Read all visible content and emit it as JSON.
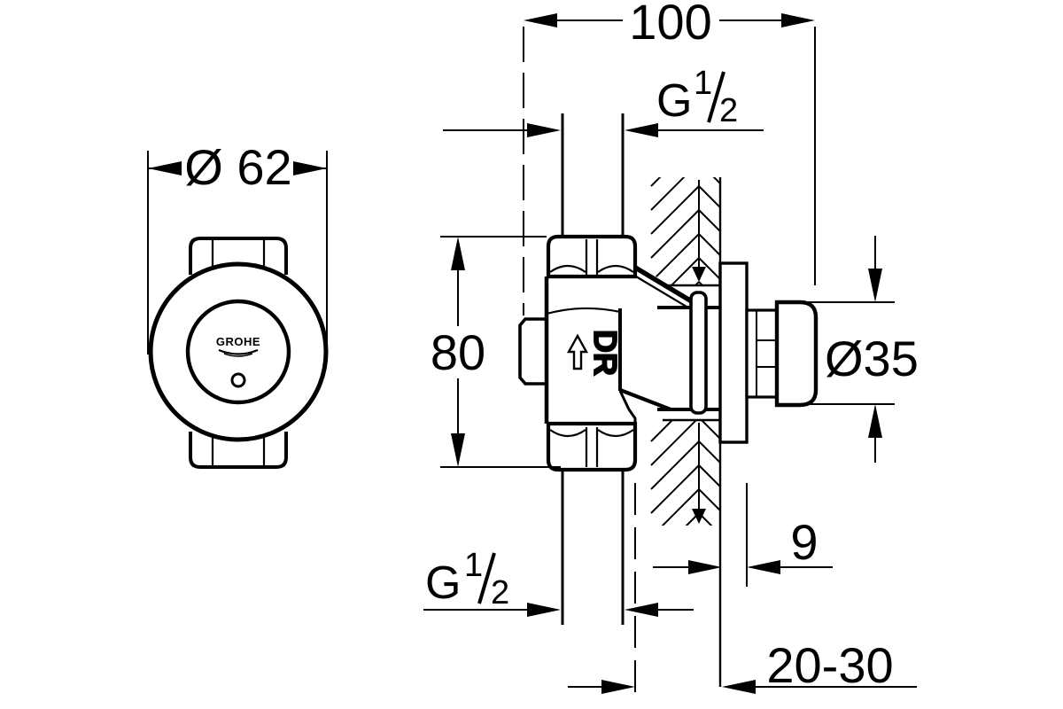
{
  "page": {
    "background": "#ffffff",
    "ink": "#000000",
    "description": "GROHE concealed self-closing valve installation dimensional drawing"
  },
  "views": {
    "front": {
      "brand_logo": "GROHE"
    },
    "section": {
      "flow_marking": "DR"
    }
  },
  "dimensions": {
    "knob_face_diameter": "Ø 62",
    "installation_depth": "100",
    "thread": {
      "prefix": "G",
      "numerator": "1",
      "separator": "/",
      "denominator": "2"
    },
    "connection_height": "80",
    "handle_diameter": "Ø35",
    "escutcheon_depth": "9",
    "wall_thickness_range": "20-30"
  }
}
